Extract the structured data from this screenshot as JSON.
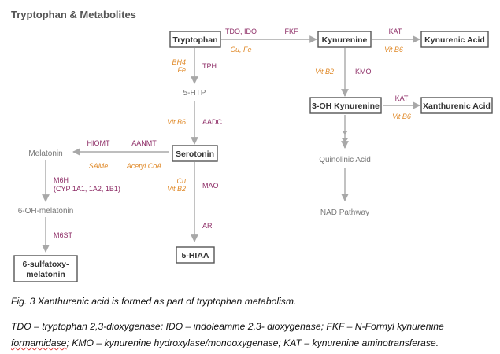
{
  "title": "Tryptophan & Metabolites",
  "colors": {
    "compound": "#777777",
    "box_text": "#333333",
    "enzyme": "#8e2e67",
    "cofactor": "#e08a2a",
    "arrow": "#a8a8a8",
    "box_border": "#555555"
  },
  "boxes": {
    "tryptophan": "Tryptophan",
    "kynurenine": "Kynurenine",
    "kynurenic_acid": "Kynurenic Acid",
    "oh_kynurenine": "3-OH Kynurenine",
    "xanthurenic_acid": "Xanthurenic Acid",
    "serotonin": "Serotonin",
    "hiaa": "5-HIAA",
    "sulfatoxy_1": "6-sulfatoxy-",
    "sulfatoxy_2": "melatonin"
  },
  "compounds": {
    "htp": "5-HTP",
    "melatonin": "Melatonin",
    "oh_melatonin": "6-OH-melatonin",
    "quinolinic": "Quinolinic Acid",
    "nad": "NAD Pathway"
  },
  "enzymes": {
    "tdo_ido": "TDO, IDO",
    "fkf": "FKF",
    "kat1": "KAT",
    "kmo": "KMO",
    "kat2": "KAT",
    "tph": "TPH",
    "aadc": "AADC",
    "mao": "MAO",
    "ar": "AR",
    "hiomt": "HIOMT",
    "aanmt": "AANMT",
    "m6h": "M6H",
    "cyp": "(CYP 1A1, 1A2, 1B1)",
    "m6st": "M6ST"
  },
  "cofactors": {
    "cu_fe": "Cu, Fe",
    "vitb6_1": "Vit B6",
    "vitb2_1": "Vit B2",
    "vitb6_2": "Vit B6",
    "bh4": "BH4",
    "fe": "Fe",
    "vitb6_3": "Vit B6",
    "cu": "Cu",
    "vitb2_2": "Vit B2",
    "same": "SAMe",
    "acetyl_coa": "Acetyl CoA"
  },
  "caption": "Fig. 3 Xanthurenic acid is formed as part of tryptophan metabolism.",
  "abbreviations": {
    "part1": "TDO – tryptophan 2,3-dioxygenase; IDO – indoleamine 2,3- dioxygenase; FKF – N-Formyl kynurenine",
    "part2": "formamidase",
    "part3": "; KMO – kynurenine hydroxylase/monooxygenase; KAT – kynurenine aminotransferase."
  }
}
